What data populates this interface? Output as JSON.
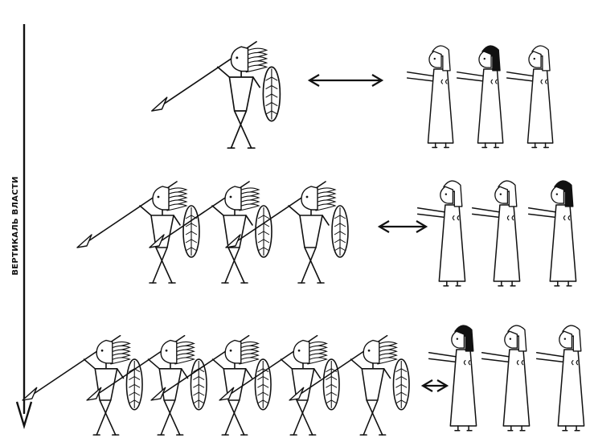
{
  "axis": {
    "label": "ВЕРТИКАЛЬ ВЛАСТИ",
    "direction": "down"
  },
  "rows": [
    {
      "warriors": 1,
      "women": [
        "light",
        "dark",
        "light"
      ]
    },
    {
      "warriors": 3,
      "women": [
        "light",
        "light",
        "dark"
      ]
    },
    {
      "warriors": 5,
      "women": [
        "dark",
        "light",
        "light"
      ]
    }
  ],
  "colors": {
    "ink": "#111111",
    "paper": "#ffffff",
    "dark_hair": "#111111"
  }
}
